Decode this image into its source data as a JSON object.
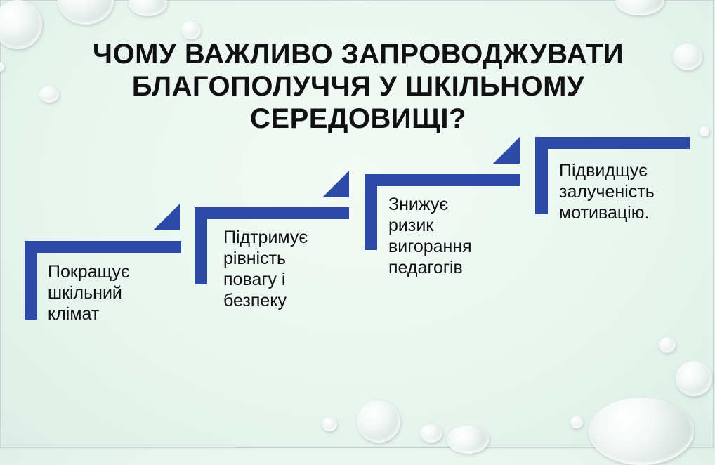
{
  "slide": {
    "title": "ЧОМУ ВАЖЛИВО ЗАПРОВОДЖУВАТИ БЛАГОПОЛУЧЧЯ У ШКІЛЬНОМУ СЕРЕДОВИЩІ?",
    "steps": [
      {
        "label": "Покращує\nшкільний\nклімат"
      },
      {
        "label": "Підтримує\nрівність\nповагу і\nбезпеку"
      },
      {
        "label": "Знижує\nризик\nвигорання\nпедагогів"
      },
      {
        "label": "Підвидщує\nзалученість\nмотивацію."
      }
    ],
    "accent_color": "#2e4aa7"
  }
}
